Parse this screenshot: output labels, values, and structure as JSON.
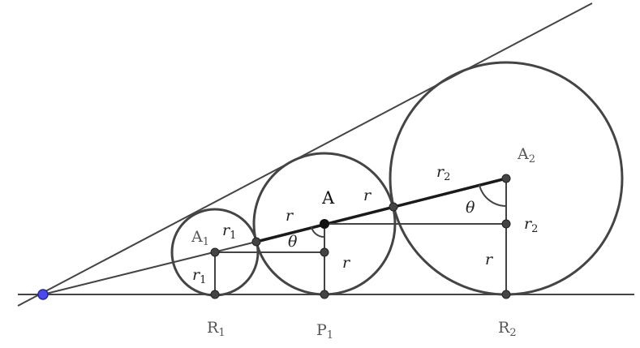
{
  "labels": {
    "A": "A",
    "A1": "A",
    "A1_sub": "1",
    "A2": "A",
    "A2_sub": "2",
    "R1": "R",
    "R1_sub": "1",
    "P1": "P",
    "P1_sub": "1",
    "R2": "R",
    "R2_sub": "2",
    "r": "r",
    "r1": "r",
    "r1_sub": "1",
    "r2": "r",
    "r2_sub": "2",
    "theta": "θ"
  },
  "colors": {
    "stroke": "#444444",
    "vertex_point": "#4a4af0",
    "center_point": "#111111"
  }
}
